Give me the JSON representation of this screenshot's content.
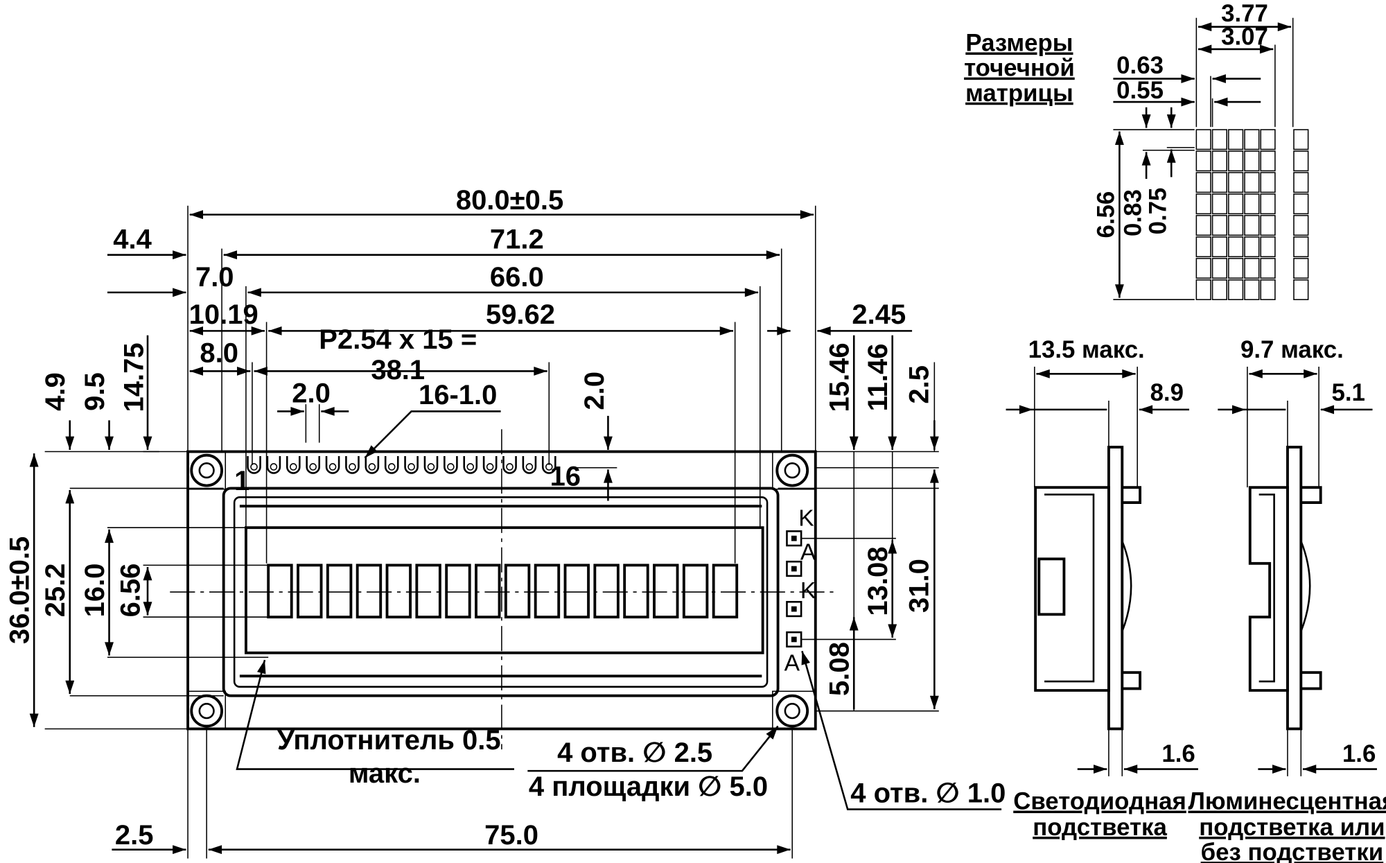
{
  "dimensions": {
    "overall_width": "80.0±0.5",
    "dim_4_4": "4.4",
    "dim_71_2": "71.2",
    "dim_7_0": "7.0",
    "dim_66_0": "66.0",
    "dim_10_19": "10.19",
    "dim_59_62": "59.62",
    "pitch_line1": "P2.54 x 15 =",
    "pitch_line2": "38.1",
    "dim_8_0": "8.0",
    "dim_2_0_pad": "2.0",
    "pins_note": "16-1.0",
    "dim_2_0_top": "2.0",
    "dim_2_45": "2.45",
    "dim_15_46": "15.46",
    "dim_11_46": "11.46",
    "dim_2_5_right": "2.5",
    "dim_4_9": "4.9",
    "dim_9_5": "9.5",
    "dim_14_75": "14.75",
    "overall_height": "36.0±0.5",
    "dim_25_2": "25.2",
    "dim_16_0": "16.0",
    "dim_6_56": "6.56",
    "dim_13_08": "13.08",
    "dim_31_0": "31.0",
    "dim_5_08": "5.08",
    "dim_2_5_bottom": "2.5",
    "dim_75_0": "75.0"
  },
  "labels": {
    "pin_first": "1",
    "pin_last": "16",
    "k1": "K",
    "a1": "A",
    "k2": "K",
    "a2": "A",
    "seal_line1": "Уплотнитель 0.5",
    "seal_line2": "макс.",
    "holes_line1": "4 отв. ∅ 2.5",
    "holes_line2": "4 площадки  ∅ 5.0",
    "small_holes": "4 отв. ∅ 1.0"
  },
  "dot_matrix": {
    "title_line1": "Размеры",
    "title_line2": "точечной",
    "title_line3": "матрицы",
    "dim_3_77": "3.77",
    "dim_3_07": "3.07",
    "dim_0_63": "0.63",
    "dim_0_55": "0.55",
    "dim_6_56": "6.56",
    "dim_0_83": "0.83",
    "dim_0_75": "0.75"
  },
  "side_led": {
    "max_thickness": "13.5 макс.",
    "dim_8_9": "8.9",
    "dim_1_6": "1.6",
    "caption_line1": "Светодиодная",
    "caption_line2": "подстветка"
  },
  "side_el": {
    "max_thickness": "9.7 макс.",
    "dim_5_1": "5.1",
    "dim_1_6": "1.6",
    "caption_line1": "Люминесцентная",
    "caption_line2": "подстветка или",
    "caption_line3": "без подстветки"
  }
}
